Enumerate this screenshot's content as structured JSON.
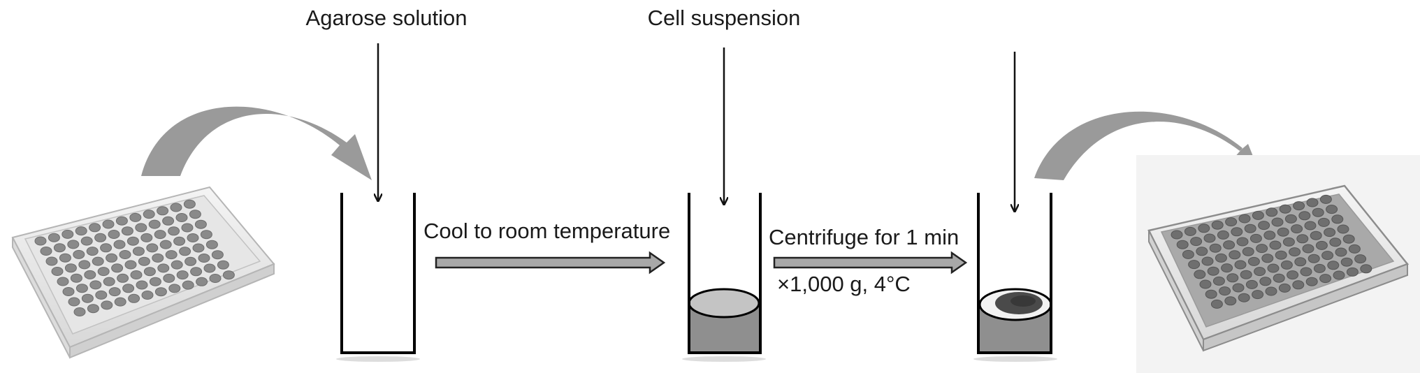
{
  "labels": {
    "agarose": "Agarose solution",
    "cell_suspension": "Cell suspension",
    "cool": "Cool to room temperature",
    "centrifuge": "Centrifuge for 1 min",
    "centrifuge_conditions": "×1,000 g, 4°C"
  },
  "plates": {
    "rows": 8,
    "cols": 12
  },
  "colors": {
    "curved_arrow": "#9a9a9a",
    "agarose_fill": "#8f8f8f",
    "agarose_top": "#c4c4c4",
    "cell_pellet": "#4a4a4a",
    "plate_wells": "#7a7a7a"
  }
}
